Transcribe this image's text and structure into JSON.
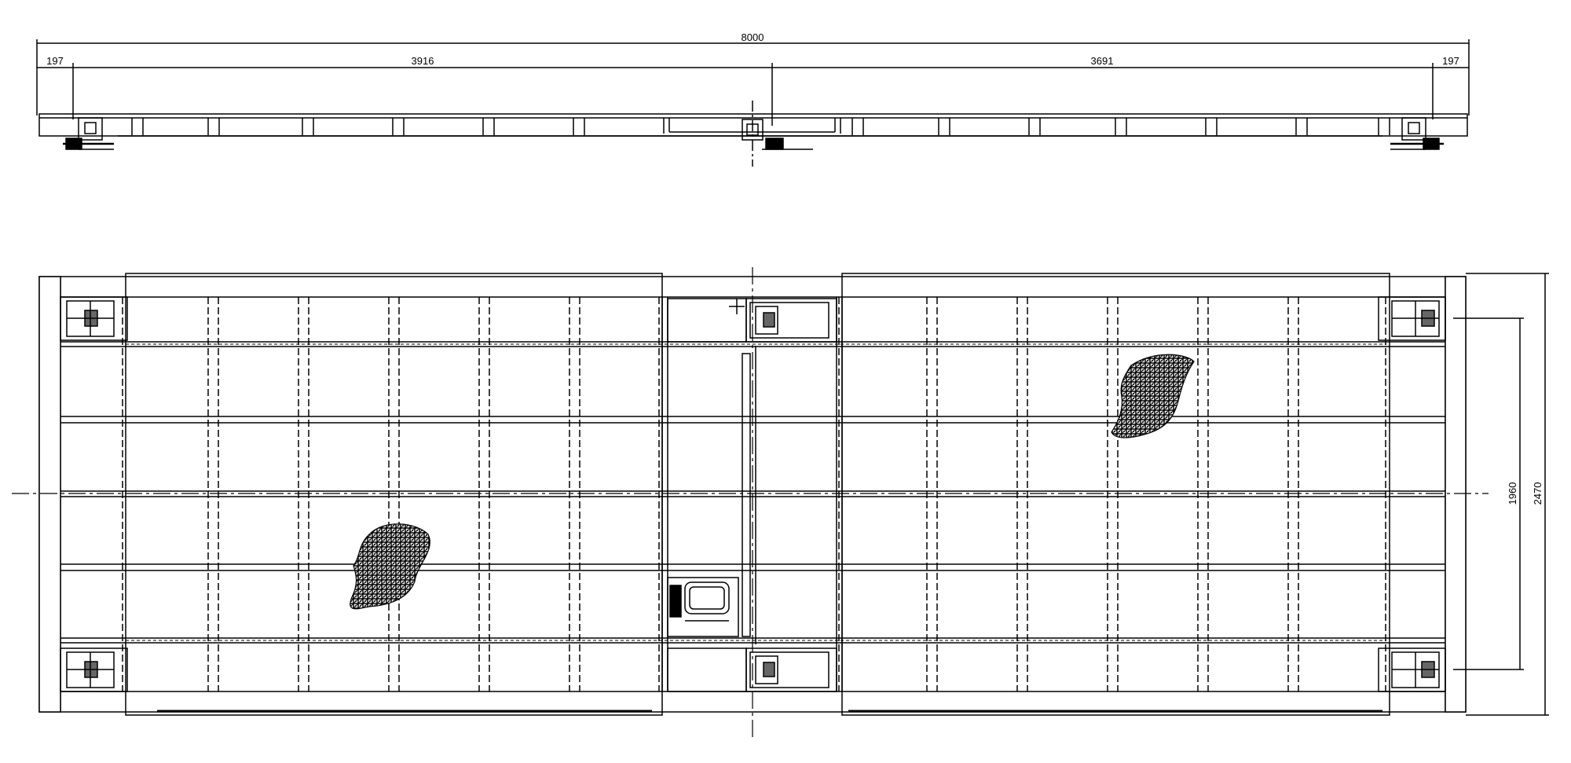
{
  "drawing": {
    "overall_length": "8000",
    "end_offset_left": "197",
    "end_offset_right": "197",
    "span_left": "3916",
    "span_right": "3691",
    "inner_width": "1960",
    "overall_width": "2470"
  },
  "colors": {
    "line": "#000000",
    "background": "#ffffff"
  }
}
